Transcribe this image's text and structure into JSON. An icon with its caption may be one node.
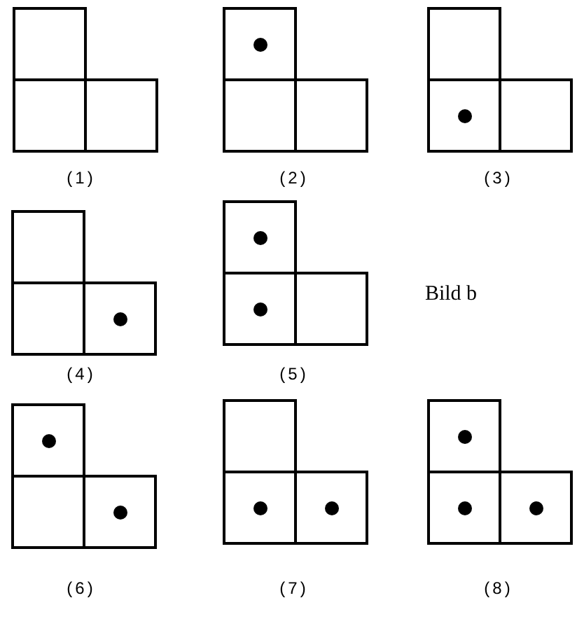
{
  "diagram": {
    "nodes": [
      {
        "text": [],
        "shape": "box"
      },
      {
        "text": [],
        "shape": "box"
      },
      {
        "text": [],
        "shape": "box"
      },
      {
        "text": [],
        "shape": "box"
      },
      {
        "text": [],
        "shape": "circle",
        "in": 3
      },
      {
        "text": [],
        "shape": "box"
      },
      {
        "text": [],
        "shape": "box"
      },
      {
        "text": [],
        "shape": "box"
      },
      {
        "text": [],
        "shape": "box"
      },
      {
        "text": [],
        "shape": "circle",
        "in": 8
      },
      {
        "text": [],
        "shape": "box"
      },
      {
        "text": [],
        "shape": "box"
      },
      {
        "text": [],
        "shape": "box"
      },
      {
        "text": [],
        "shape": "box"
      },
      {
        "text": [],
        "shape": "circle",
        "in": 13
      },
      {
        "text": [],
        "shape": "box"
      },
      {
        "text": [],
        "shape": "circle",
        "in": 15
      },
      {
        "text": [],
        "shape": "box"
      },
      {
        "text": [],
        "shape": "circle",
        "in": 17
      },
      {
        "text": [],
        "shape": "box"
      },
      {
        "text": [],
        "shape": "box"
      },
      {
        "text": [],
        "shape": "circle",
        "in": 20
      },
      {
        "text": [],
        "shape": "box"
      },
      {
        "text": [],
        "shape": "box"
      },
      {
        "text": [],
        "shape": "circle",
        "in": 23
      },
      {
        "text": [],
        "shape": "box"
      },
      {
        "text": [],
        "shape": "box"
      },
      {
        "text": [],
        "shape": "circle",
        "in": 26
      },
      {
        "text": [],
        "shape": "box"
      },
      {
        "text": [],
        "shape": "circle",
        "in": 28
      },
      {
        "text": [],
        "shape": "box"
      },
      {
        "text": [],
        "shape": "circle",
        "in": 30
      },
      {
        "text": [],
        "shape": "box"
      },
      {
        "text": [],
        "shape": "circle",
        "in": 32
      },
      {
        "text": [],
        "shape": "box"
      },
      {
        "text": [],
        "shape": "circle",
        "in": 34
      }
    ],
    "labels": [
      "(1)",
      "(2)",
      "(3)",
      "(4)",
      "(5)",
      "Bild b",
      "(6)",
      "(7)",
      "(8)"
    ]
  }
}
